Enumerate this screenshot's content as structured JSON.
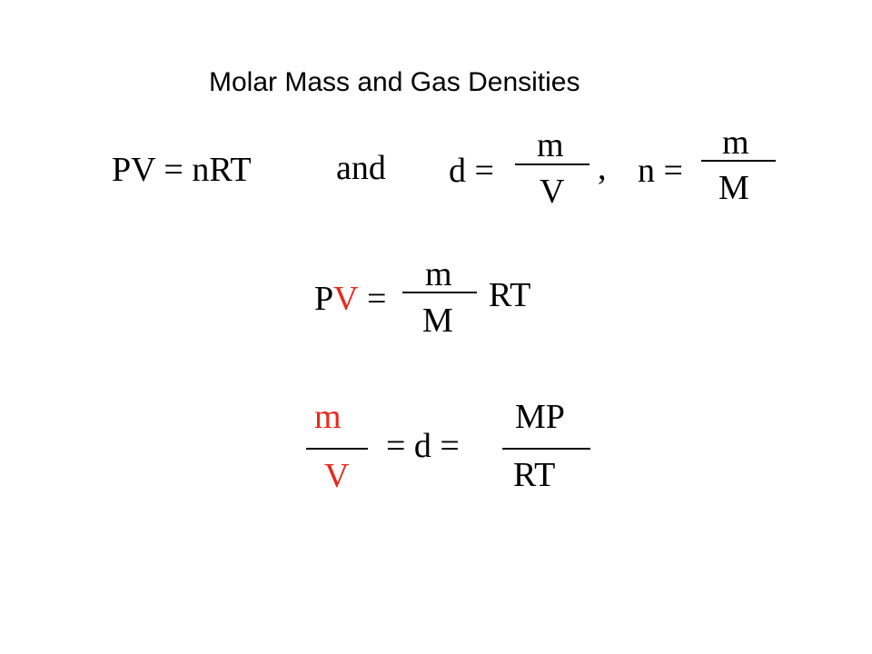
{
  "slide": {
    "title": "Molar Mass and Gas Densities",
    "row1": {
      "ideal_gas": "PV = nRT",
      "connector": "and",
      "density_lhs": "d =",
      "density_num": "m",
      "density_den": "V",
      "comma": ",",
      "moles_lhs": "n =",
      "moles_num": "m",
      "moles_den": "M"
    },
    "row2": {
      "lhs_p": "P",
      "lhs_v": "V",
      "equals": "=",
      "frac_num": "m",
      "frac_den": "M",
      "rhs": "RT"
    },
    "row3": {
      "frac1_num": "m",
      "frac1_den": "V",
      "middle": "= d =",
      "frac2_num": "MP",
      "frac2_den": "RT"
    },
    "colors": {
      "highlight": "#e8291c",
      "text": "#000000"
    }
  }
}
